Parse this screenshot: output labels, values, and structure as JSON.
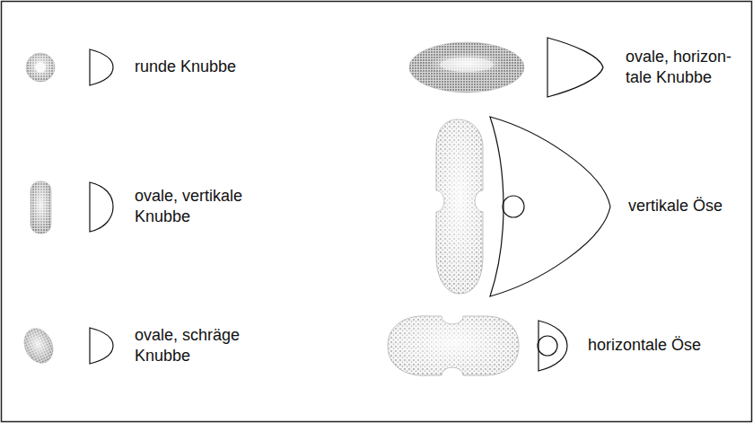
{
  "diagram": {
    "labels": [
      "runde Knubbe",
      "ovale, vertikale Knubbe",
      "ovale, schräge Knubbe",
      "ovale, horizon- tale Knubbe",
      "vertikale Öse",
      "horizontale Öse"
    ]
  }
}
